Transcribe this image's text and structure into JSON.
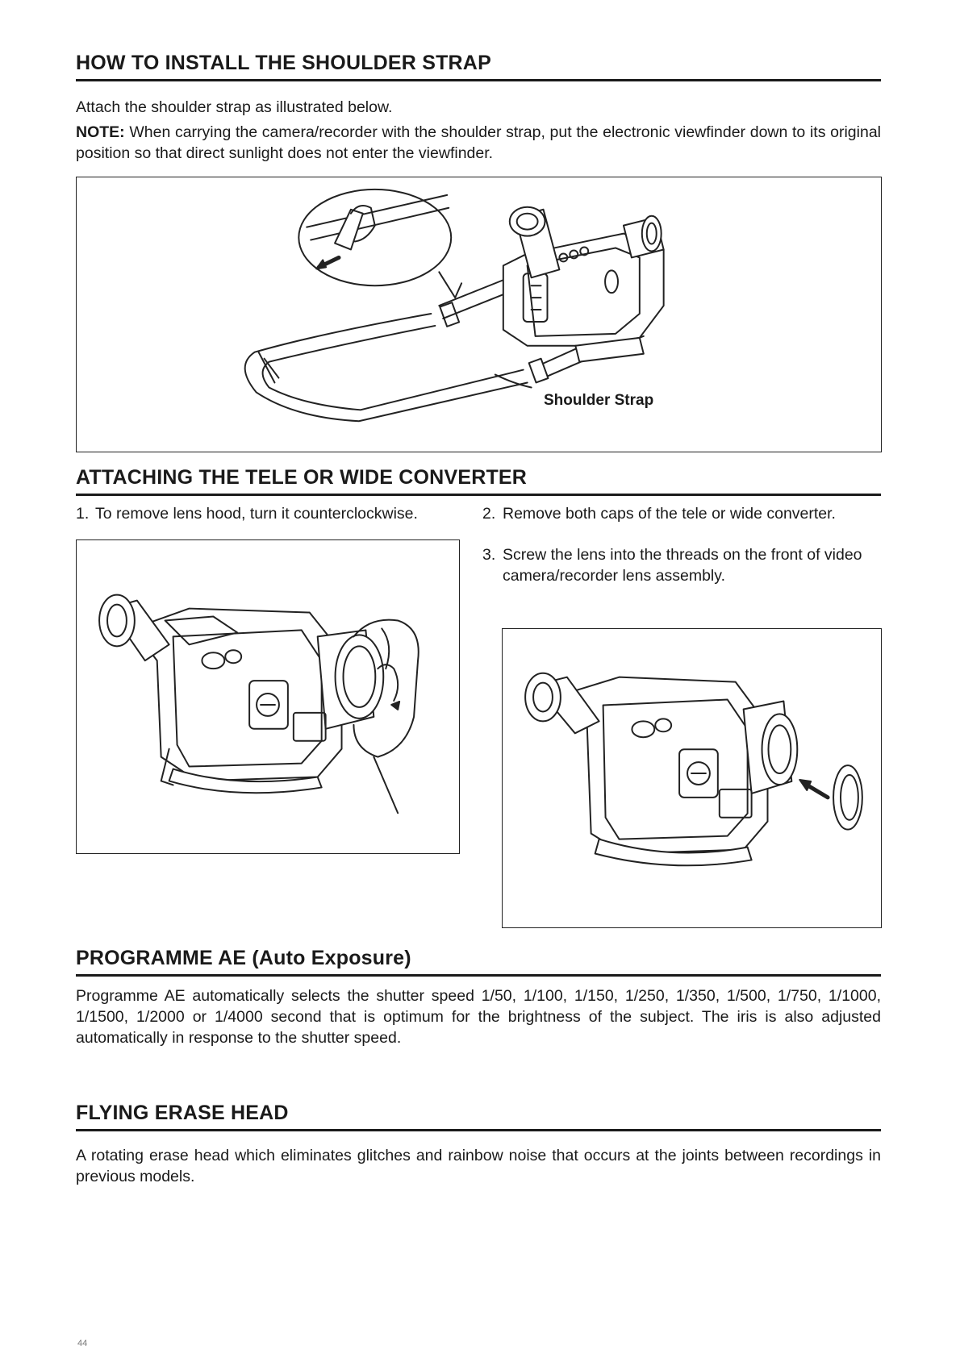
{
  "shoulder_strap": {
    "heading": "HOW TO INSTALL THE SHOULDER STRAP",
    "intro": "Attach the shoulder strap as illustrated below.",
    "note_label": "NOTE:",
    "note_text": " When carrying the camera/recorder with the shoulder strap, put the electronic viewfinder down to its original position so that direct sunlight does not enter the viewfinder.",
    "figure_label": "Shoulder Strap"
  },
  "converter": {
    "heading": "ATTACHING THE TELE OR WIDE CONVERTER",
    "steps": [
      {
        "num": "1.",
        "text": "To remove lens hood, turn it counterclockwise."
      },
      {
        "num": "2.",
        "text": "Remove both caps of the tele or wide converter."
      },
      {
        "num": "3.",
        "text": "Screw the lens into the threads on the front of video camera/recorder lens assembly."
      }
    ]
  },
  "programme_ae": {
    "heading": "PROGRAMME AE (Auto Exposure)",
    "text": "Programme AE automatically selects the shutter speed 1/50, 1/100, 1/150, 1/250, 1/350, 1/500, 1/750, 1/1000, 1/1500, 1/2000 or 1/4000 second that is optimum for the brightness of the subject. The iris is also adjusted automatically in response to the shutter speed."
  },
  "flying_erase": {
    "heading": "FLYING ERASE HEAD",
    "text": "A rotating erase head which eliminates glitches and rainbow noise that occurs at the joints between recordings in previous models."
  },
  "page_number": "44"
}
